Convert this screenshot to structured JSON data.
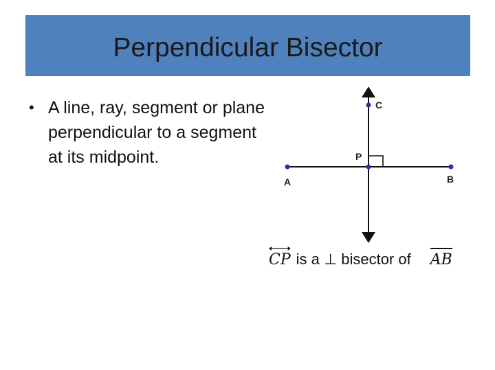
{
  "slide": {
    "title": "Perpendicular Bisector",
    "bullet": {
      "marker": "•",
      "text": "A line, ray, segment or plane perpendicular to a segment at its midpoint."
    }
  },
  "diagram": {
    "points": {
      "A": "A",
      "B": "B",
      "C": "C",
      "P": "P"
    },
    "point_color": "#2b2bb0"
  },
  "caption": {
    "line": "CP",
    "middle": "is a ⊥ bisector of",
    "segment": "AB"
  },
  "colors": {
    "title_bar": "#4f81bd"
  }
}
